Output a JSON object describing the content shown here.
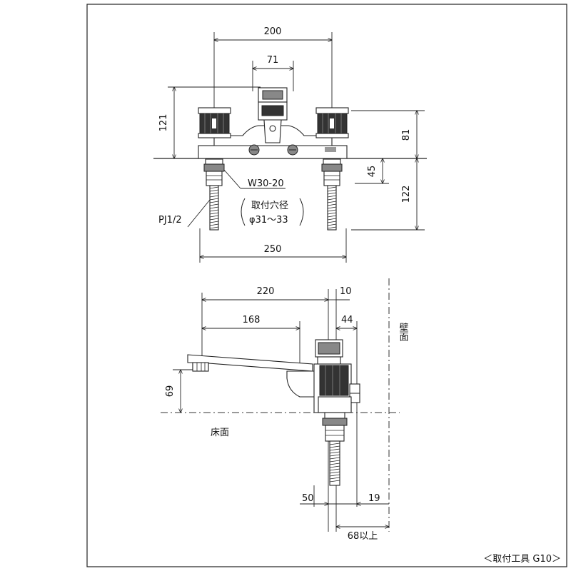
{
  "front_view": {
    "dim_top_200": "200",
    "dim_center_71": "71",
    "dim_height_121": "121",
    "dim_height_81": "81",
    "dim_depth_45": "45",
    "dim_depth_122": "122",
    "dim_width_250": "250",
    "label_nut": "W30-20",
    "label_hole_title": "取付穴径",
    "label_hole_range": "φ31～33",
    "label_pipe": "PJ1/2"
  },
  "side_view": {
    "dim_220": "220",
    "dim_10": "10",
    "dim_168": "168",
    "dim_44": "44",
    "dim_69": "69",
    "dim_50": "50",
    "dim_19": "19",
    "dim_68": "68以上",
    "label_wall": "壁面",
    "label_floor": "床面"
  },
  "footer": {
    "tool_note": "＜取付工具 G10＞"
  }
}
